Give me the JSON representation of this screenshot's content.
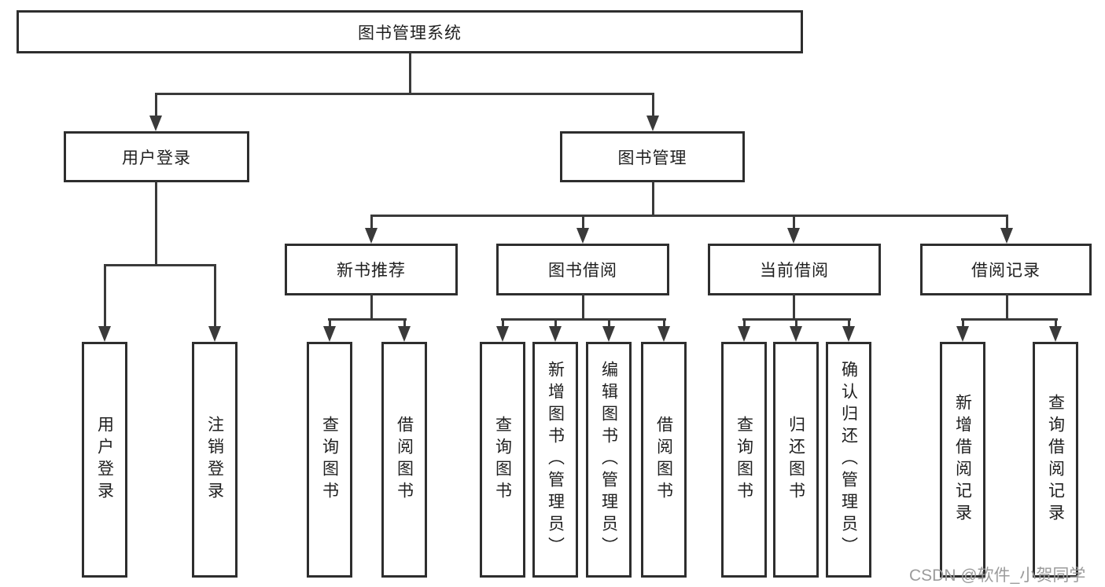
{
  "tree": {
    "root": {
      "label": "图书管理系统"
    },
    "branches": [
      {
        "label": "用户登录",
        "children": [
          {
            "label": "用户登录"
          },
          {
            "label": "注销登录"
          }
        ]
      },
      {
        "label": "图书管理",
        "children": [
          {
            "label": "新书推荐",
            "children": [
              {
                "label": "查询图书"
              },
              {
                "label": "借阅图书"
              }
            ]
          },
          {
            "label": "图书借阅",
            "children": [
              {
                "label": "查询图书"
              },
              {
                "label": "新增图书（管理员）"
              },
              {
                "label": "编辑图书（管理员）"
              },
              {
                "label": "借阅图书"
              }
            ]
          },
          {
            "label": "当前借阅",
            "children": [
              {
                "label": "查询图书"
              },
              {
                "label": "归还图书"
              },
              {
                "label": "确认归还（管理员）"
              }
            ]
          },
          {
            "label": "借阅记录",
            "children": [
              {
                "label": "新增借阅记录"
              },
              {
                "label": "查询借阅记录"
              }
            ]
          }
        ]
      }
    ]
  },
  "watermark": "CSDN @软件_小贺同学",
  "colors": {
    "border": "#2e2e2e",
    "line": "#3a3a3a",
    "text": "#1f1f1f",
    "watermark_text": "#9b9b9b",
    "background": "#ffffff"
  }
}
